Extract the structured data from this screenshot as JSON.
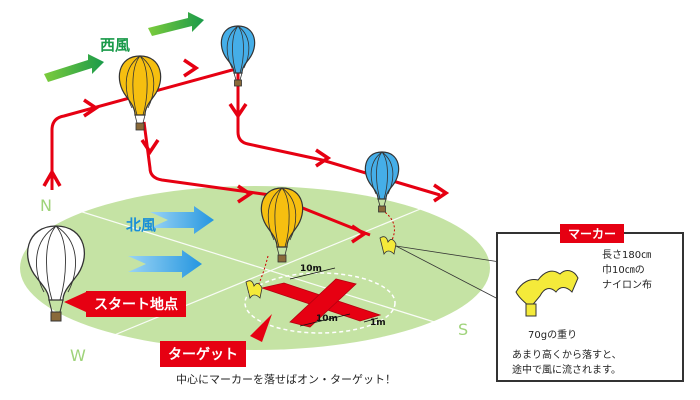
{
  "wind_west": "西風",
  "wind_north": "北風",
  "start_label": "スタート地点",
  "target_label": "ターゲット",
  "target_note": "中心にマーカーを落せばオン・ターゲット！",
  "dim_10m_a": "10m",
  "dim_10m_b": "10m",
  "dim_1m": "1m",
  "compass": {
    "n": "N",
    "s": "S",
    "w": "W"
  },
  "marker": {
    "title": "マーカー",
    "length": "長さ180㎝",
    "width": "巾10㎝の",
    "material": "ナイロン布",
    "weight": "70gの重り",
    "desc_1": "あまり高くから落すと、",
    "desc_2": "途中で風に流されます。"
  },
  "colors": {
    "field": "#c5e3a4",
    "route": "#e60012",
    "balloon_yellow": "#f6bf10",
    "balloon_blue": "#45aee8",
    "arrow_green": "#2fa846",
    "arrow_blue": "#39a9e6",
    "marker_yellow": "#f4ea3a"
  }
}
